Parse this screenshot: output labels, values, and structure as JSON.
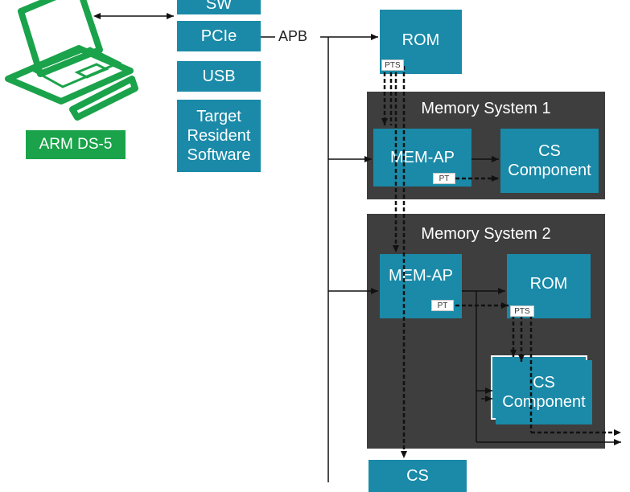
{
  "host": {
    "label": "ARM DS-5"
  },
  "interfaces": {
    "sw": "SW",
    "pcie": "PCIe",
    "usb": "USB",
    "trs": "Target Resident Software"
  },
  "bus": {
    "label": "APB"
  },
  "top_rom": {
    "label": "ROM",
    "tag": "PTS"
  },
  "memory_system_1": {
    "title": "Memory System 1",
    "mem_ap": "MEM-AP",
    "mem_ap_tag": "PT",
    "cs_component": "CS Component"
  },
  "memory_system_2": {
    "title": "Memory System 2",
    "mem_ap": "MEM-AP",
    "mem_ap_tag": "PT",
    "rom": "ROM",
    "rom_tag": "PTS",
    "cs_component": "CS Component"
  },
  "bottom_cs": {
    "label": "CS"
  },
  "colors": {
    "box": "#1a8aa8",
    "panel": "#3e3e3e",
    "host": "#1aa34a"
  }
}
